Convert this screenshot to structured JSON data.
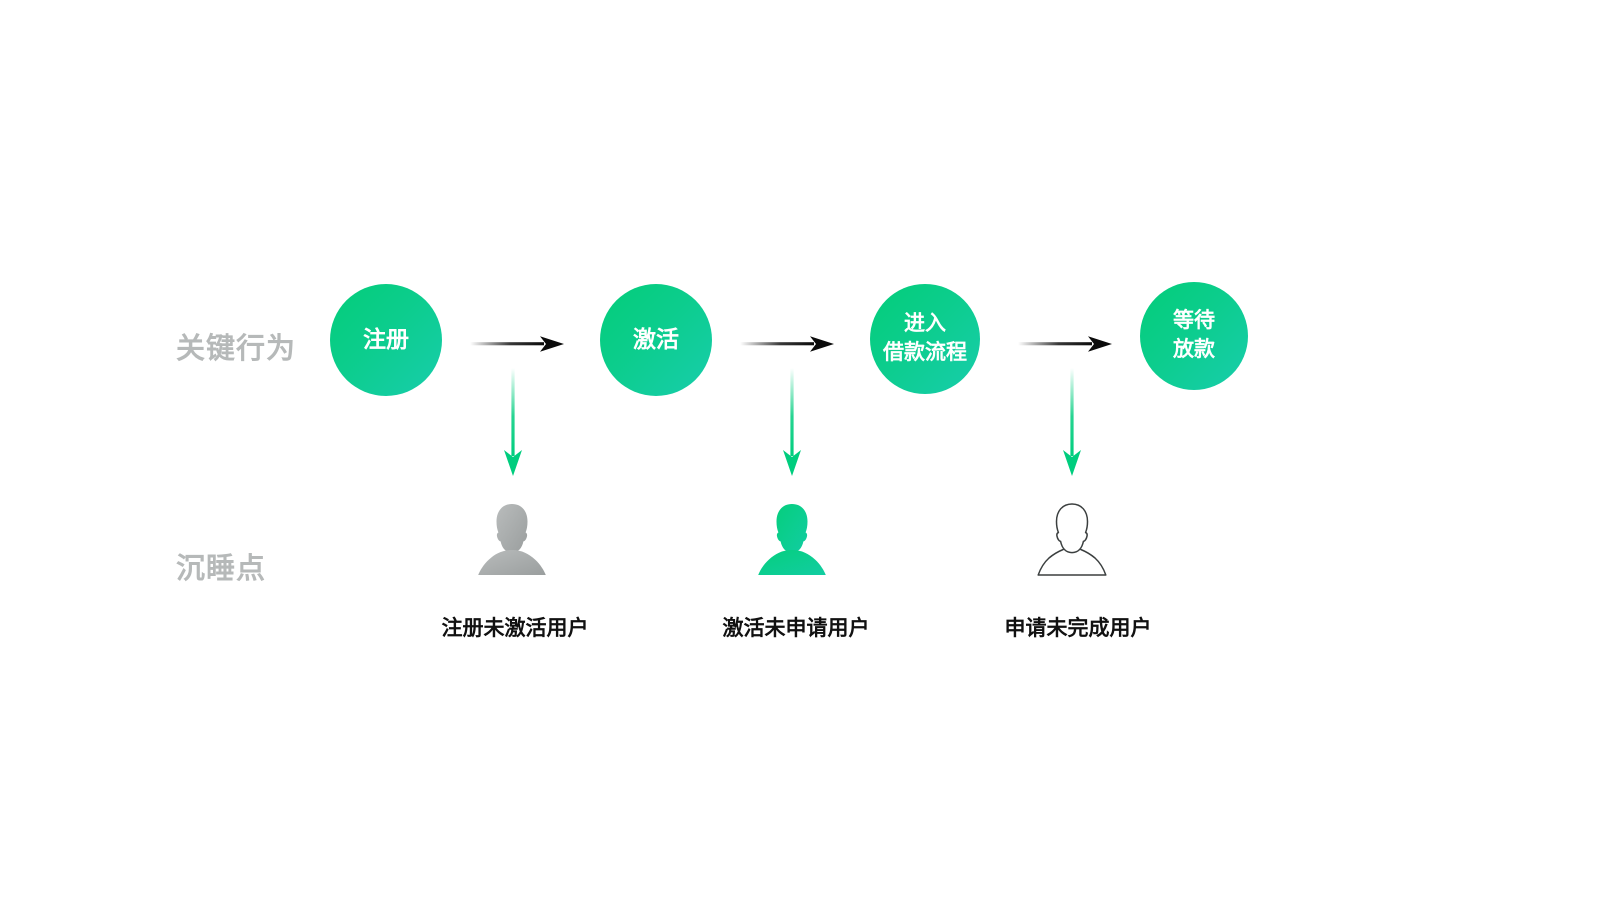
{
  "background_color": "#ffffff",
  "theme": {
    "accent_green": "#00CE7C",
    "accent_teal": "#18CDAC",
    "row_label_gray": "#B6B9B9",
    "caption_black": "#111111",
    "arrow_black": "#0B0B0B",
    "person_gray": "#AAAEAE"
  },
  "rows": {
    "key_action_label": "关键行为",
    "dormant_label": "沉睡点"
  },
  "stages": [
    {
      "id": "register",
      "lines": [
        "注册"
      ],
      "icon": "circle-node"
    },
    {
      "id": "activate",
      "lines": [
        "激活"
      ],
      "icon": "circle-node"
    },
    {
      "id": "loan-flow",
      "lines": [
        "进入",
        "借款流程"
      ],
      "icon": "circle-node"
    },
    {
      "id": "await-pay",
      "lines": [
        "等待",
        "放款"
      ],
      "icon": "circle-node"
    }
  ],
  "flow_arrows": [
    {
      "id": "register-to-activate",
      "icon": "arrow-right-icon"
    },
    {
      "id": "activate-to-loan-flow",
      "icon": "arrow-right-icon"
    },
    {
      "id": "loan-flow-to-await",
      "icon": "arrow-right-icon"
    }
  ],
  "drop_arrows": [
    {
      "id": "drop-after-register",
      "icon": "arrow-down-icon"
    },
    {
      "id": "drop-after-activate",
      "icon": "arrow-down-icon"
    },
    {
      "id": "drop-after-apply",
      "icon": "arrow-down-icon"
    }
  ],
  "dormant_points": [
    {
      "id": "registered-not-activated",
      "caption": "注册未激活用户",
      "icon": "person-filled-gray-icon",
      "style": "filled-gray"
    },
    {
      "id": "activated-not-applied",
      "caption": "激活未申请用户",
      "icon": "person-filled-green-icon",
      "style": "filled-green"
    },
    {
      "id": "applied-not-completed",
      "caption": "申请未完成用户",
      "icon": "person-outline-icon",
      "style": "outline"
    }
  ]
}
